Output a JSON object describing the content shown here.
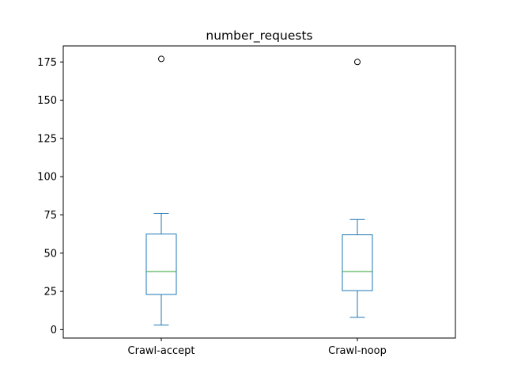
{
  "chart_data": {
    "type": "box",
    "title": "number_requests",
    "xlabel": "",
    "ylabel": "",
    "categories": [
      "Crawl-accept",
      "Crawl-noop"
    ],
    "boxes": [
      {
        "name": "Crawl-accept",
        "whisker_low": 3,
        "q1": 23,
        "median": 38,
        "q3": 62.5,
        "whisker_high": 76,
        "outliers": [
          177
        ]
      },
      {
        "name": "Crawl-noop",
        "whisker_low": 8,
        "q1": 25.5,
        "median": 38,
        "q3": 62,
        "whisker_high": 72,
        "outliers": [
          175
        ]
      }
    ],
    "yticks": [
      0,
      25,
      50,
      75,
      100,
      125,
      150,
      175
    ],
    "ylim": [
      -5.5,
      185.5
    ],
    "grid": false,
    "colors": {
      "box": "#1f77b4",
      "median": "#2ca02c",
      "outlier": "#000000",
      "axes": "#000000"
    }
  }
}
